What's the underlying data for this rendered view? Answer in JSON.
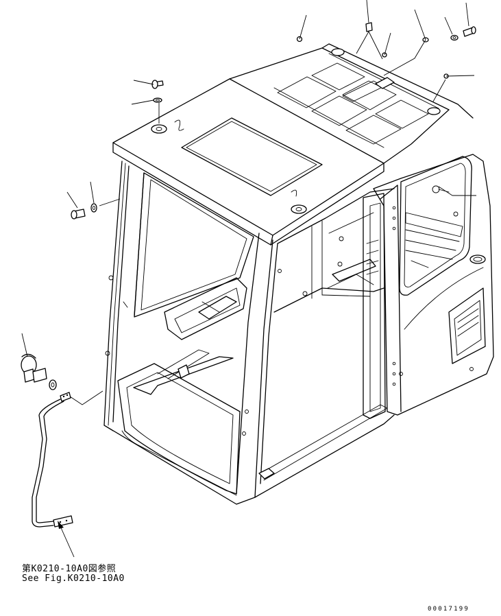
{
  "reference": {
    "japanese": "第K0210-10A0図参照",
    "english": "See Fig.K0210-10A0"
  },
  "drawing_number": "00017199"
}
